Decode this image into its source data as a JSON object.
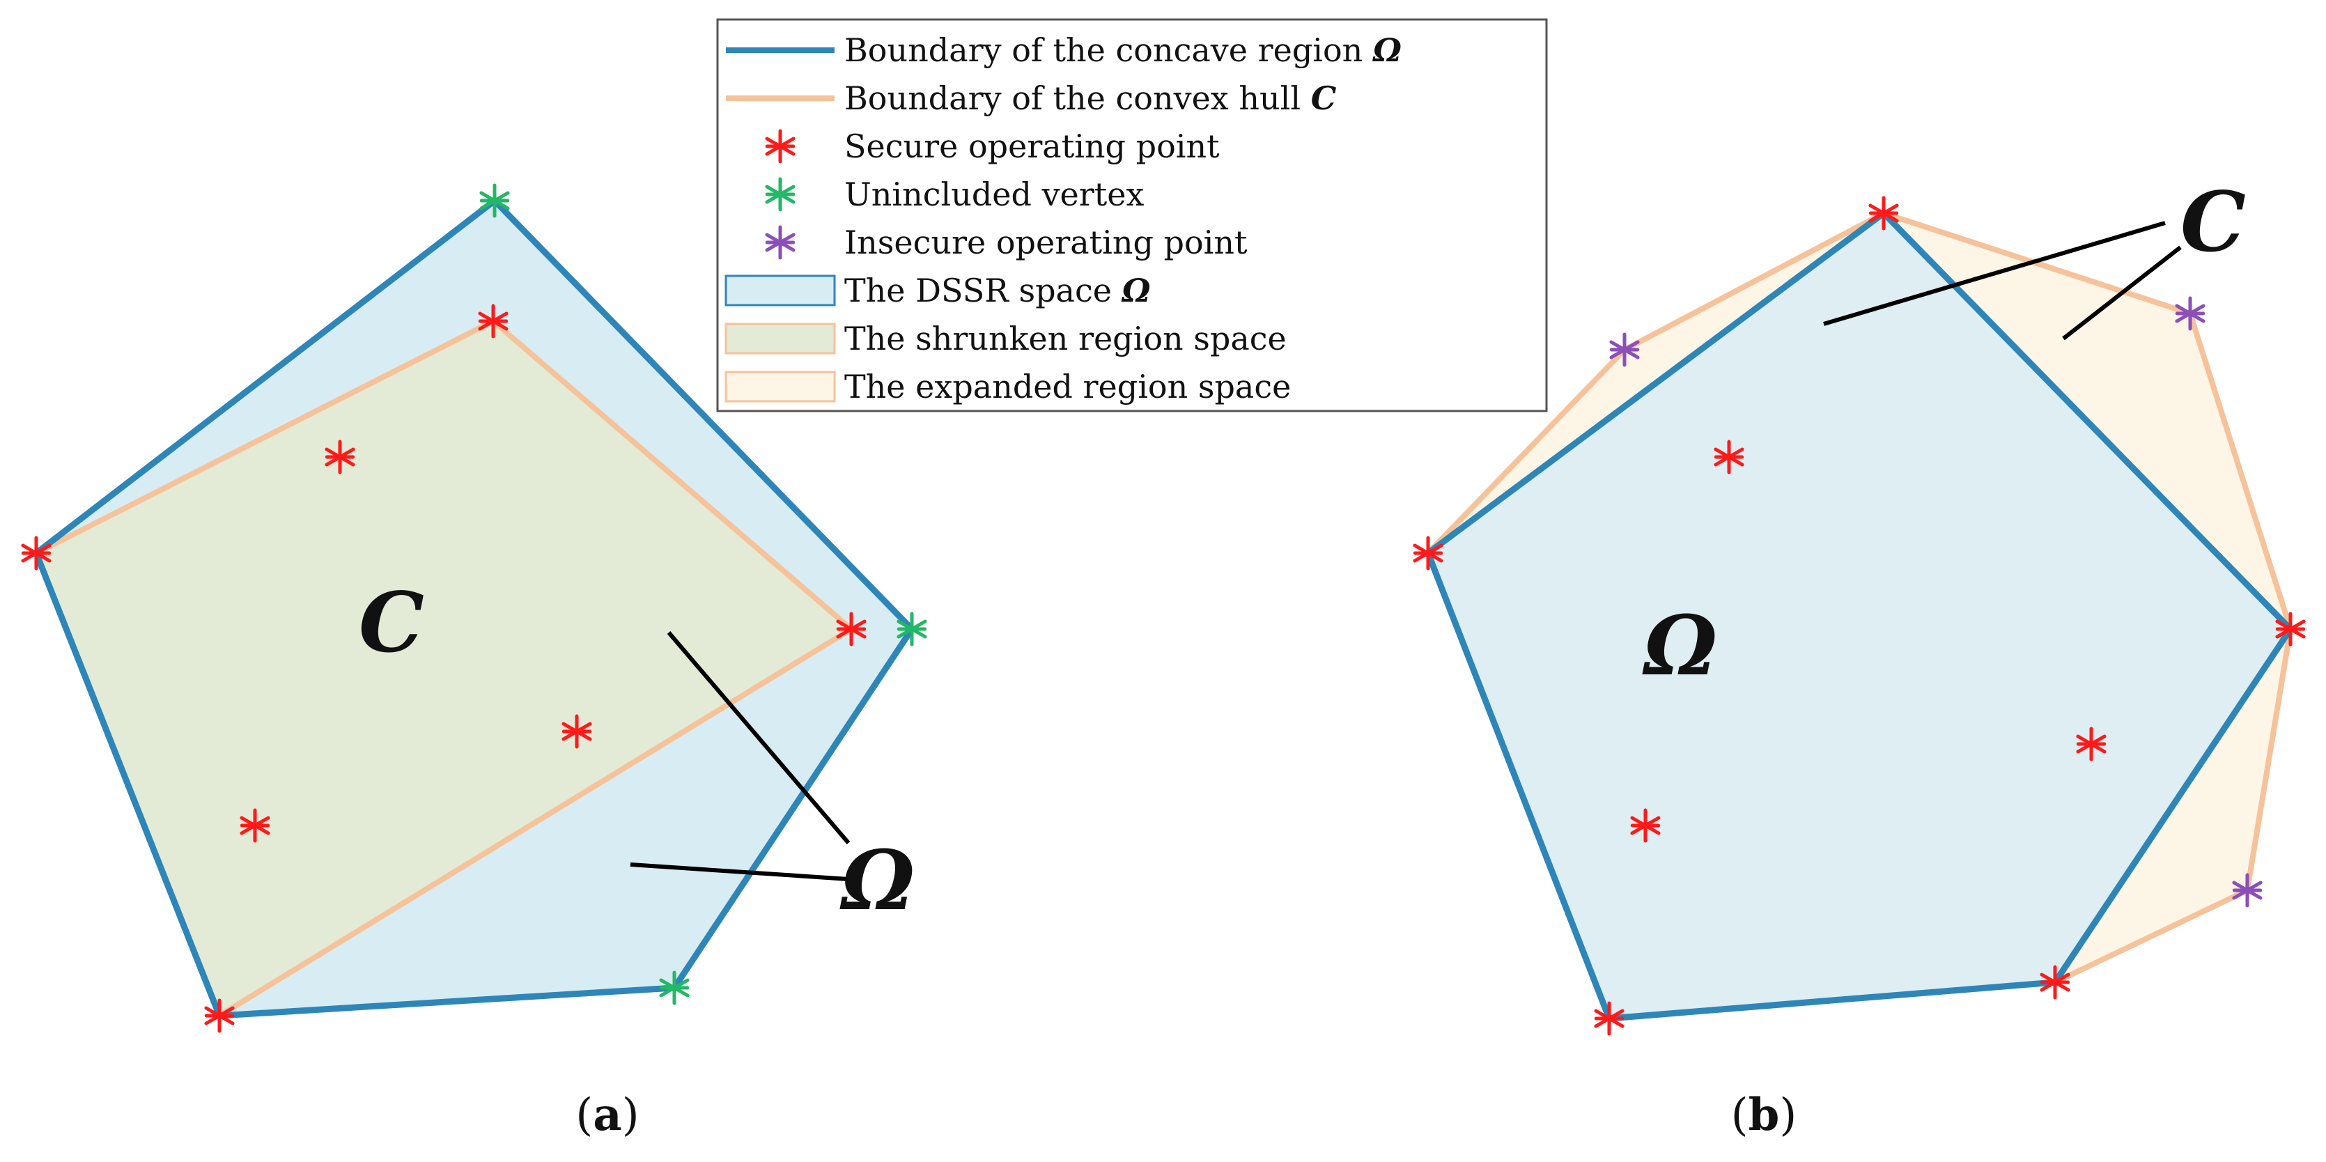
{
  "legend": {
    "items": [
      {
        "text": "Boundary of the concave region ",
        "symbol": "Ω",
        "kind": "line",
        "color": "#2e86b8"
      },
      {
        "text": "Boundary of the convex hull ",
        "symbol": "C",
        "kind": "line",
        "color": "#f6c29a"
      },
      {
        "text": "Secure operating point",
        "symbol": "",
        "kind": "marker",
        "color": "#ff1a1a"
      },
      {
        "text": "Unincluded vertex",
        "symbol": "",
        "kind": "marker",
        "color": "#22b866"
      },
      {
        "text": "Insecure operating point",
        "symbol": "",
        "kind": "marker",
        "color": "#8a4fb8"
      },
      {
        "text": "The DSSR space ",
        "symbol": "Ω",
        "kind": "patch",
        "color": "#d8ecf4",
        "edge": "#2e86b8"
      },
      {
        "text": "The shrunken region space",
        "symbol": "",
        "kind": "patch",
        "color": "#e3ead6",
        "edge": "#f6c29a"
      },
      {
        "text": "The expanded region space",
        "symbol": "",
        "kind": "patch",
        "color": "#fdf5e6",
        "edge": "#f6c29a"
      }
    ]
  },
  "panel_a": {
    "label_c": "C",
    "label_omega": "Ω",
    "caption_open": "(",
    "caption_letter": "a",
    "caption_close": ")"
  },
  "panel_b": {
    "label_c": "C",
    "label_omega": "Ω",
    "caption_open": "(",
    "caption_letter": "b",
    "caption_close": ")"
  },
  "colors": {
    "concave_boundary": "#2e86b8",
    "convex_boundary": "#f6c29a",
    "dssr_fill": "#d8ecf4",
    "shrunken_fill": "#e3ead6",
    "expanded_fill": "#fdf5e6",
    "secure": "#ff1a1a",
    "unincluded": "#22b866",
    "insecure": "#8a4fb8"
  }
}
